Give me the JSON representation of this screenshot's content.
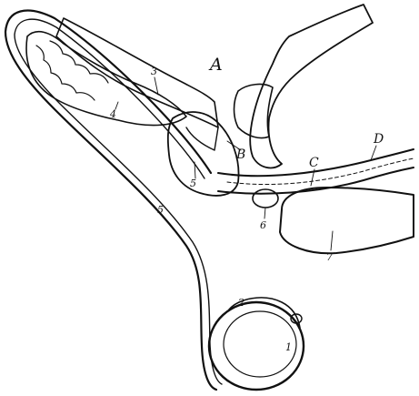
{
  "labels": {
    "A": "A",
    "B": "B",
    "C": "C",
    "D": "D",
    "n1": "1",
    "n2": "2",
    "n3": "3",
    "n4": "4",
    "n5a": "5",
    "n5b": "5",
    "n6": "6",
    "n7": "7"
  }
}
